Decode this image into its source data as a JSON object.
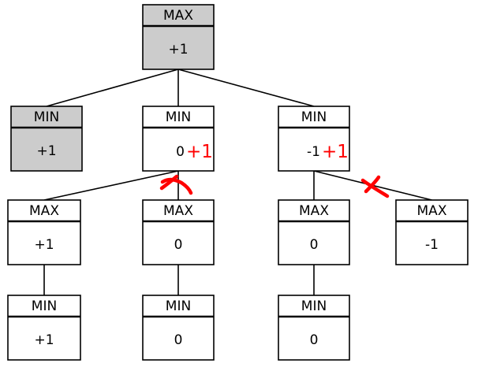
{
  "colors": {
    "line": "#000000",
    "shaded": "#cccccc",
    "plain": "#ffffff",
    "annotation": "#ff0000"
  },
  "nodes": [
    {
      "id": "root",
      "label": "MAX",
      "value": "+1",
      "shaded": true
    },
    {
      "id": "l1-left",
      "label": "MIN",
      "value": "+1",
      "shaded": true
    },
    {
      "id": "l1-mid",
      "label": "MIN",
      "value": "0",
      "annotation": "+1",
      "shaded": false
    },
    {
      "id": "l1-right",
      "label": "MIN",
      "value": "-1",
      "annotation": "+1",
      "shaded": false
    },
    {
      "id": "l2-a",
      "label": "MAX",
      "value": "+1",
      "shaded": false
    },
    {
      "id": "l2-b",
      "label": "MAX",
      "value": "0",
      "shaded": false
    },
    {
      "id": "l2-c",
      "label": "MAX",
      "value": "0",
      "shaded": false
    },
    {
      "id": "l2-d",
      "label": "MAX",
      "value": "-1",
      "shaded": false
    },
    {
      "id": "l3-a",
      "label": "MIN",
      "value": "+1",
      "shaded": false
    },
    {
      "id": "l3-b",
      "label": "MIN",
      "value": "0",
      "shaded": false
    },
    {
      "id": "l3-c",
      "label": "MIN",
      "value": "0",
      "shaded": false
    }
  ],
  "edges": [
    {
      "from": "root",
      "to": "l1-left"
    },
    {
      "from": "root",
      "to": "l1-mid"
    },
    {
      "from": "root",
      "to": "l1-right"
    },
    {
      "from": "l1-mid",
      "to": "l2-a"
    },
    {
      "from": "l1-mid",
      "to": "l2-b",
      "pruned": true
    },
    {
      "from": "l1-right",
      "to": "l2-c"
    },
    {
      "from": "l1-right",
      "to": "l2-d",
      "pruned": true
    },
    {
      "from": "l2-a",
      "to": "l3-a"
    },
    {
      "from": "l2-b",
      "to": "l3-b"
    },
    {
      "from": "l2-c",
      "to": "l3-c"
    }
  ]
}
